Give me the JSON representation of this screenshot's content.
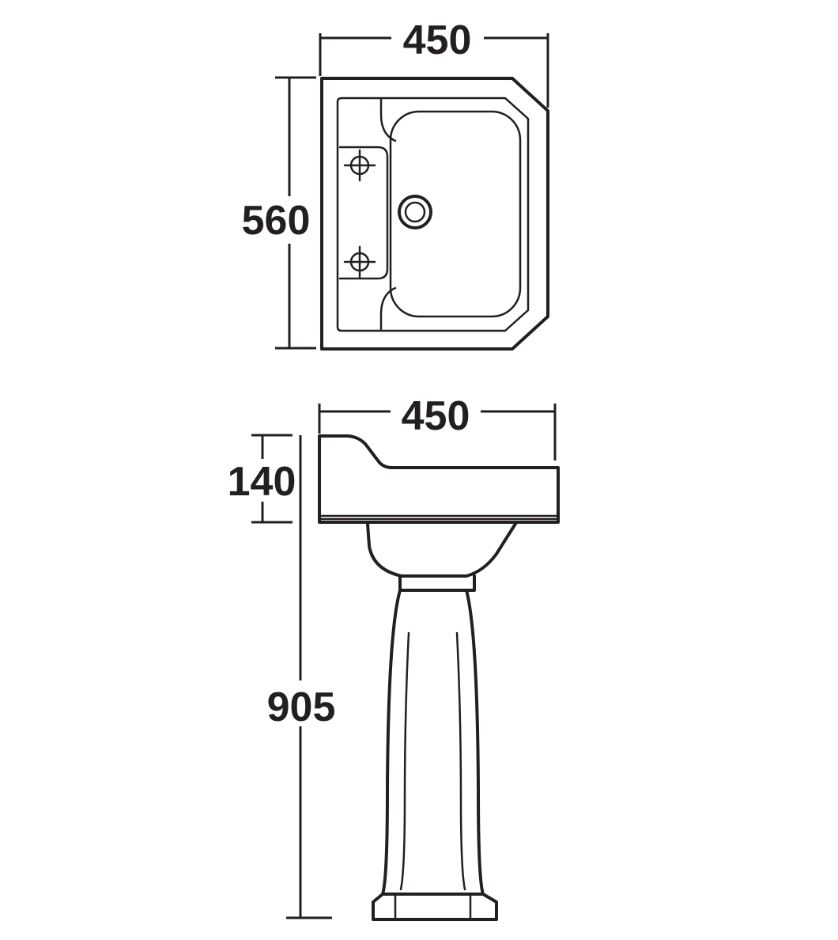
{
  "drawing": {
    "plan_view": {
      "width_label": "450",
      "depth_label": "560"
    },
    "front_view": {
      "width_label": "450",
      "basin_height_label": "140",
      "total_height_label": "905"
    },
    "colors": {
      "line": "#231f20",
      "background": "#ffffff"
    }
  }
}
